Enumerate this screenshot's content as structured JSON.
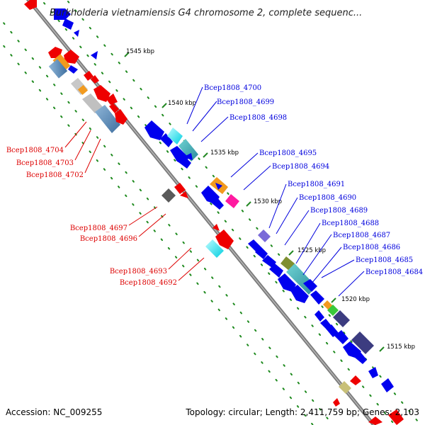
{
  "title": "Burkholderia vietnamiensis G4 chromosome 2, complete sequenc...",
  "footer": {
    "accession": "Accession: NC_009255",
    "topology": "Topology: circular; Length: 2,411,759 bp; Genes: 2,103"
  },
  "kbp_labels": [
    "1545 kbp",
    "1540 kbp",
    "1535 kbp",
    "1530 kbp",
    "1525 kbp",
    "1520 kbp",
    "1515 kbp"
  ],
  "gene_labels_right": [
    "Bcep1808_4700",
    "Bcep1808_4699",
    "Bcep1808_4698",
    "Bcep1808_4695",
    "Bcep1808_4694",
    "Bcep1808_4691",
    "Bcep1808_4690",
    "Bcep1808_4689",
    "Bcep1808_4688",
    "Bcep1808_4687",
    "Bcep1808_4686",
    "Bcep1808_4685",
    "Bcep1808_4684"
  ],
  "gene_labels_left": [
    "Bcep1808_4704",
    "Bcep1808_4703",
    "Bcep1808_4702",
    "Bcep1808_4697",
    "Bcep1808_4696",
    "Bcep1808_4693",
    "Bcep1808_4692"
  ],
  "colors": {
    "backbone": "#808080",
    "forward_gene": "#0000ee",
    "reverse_gene": "#ee0000",
    "tick": "#228822",
    "label_blue": "#0000dd",
    "label_red": "#dd0000"
  }
}
